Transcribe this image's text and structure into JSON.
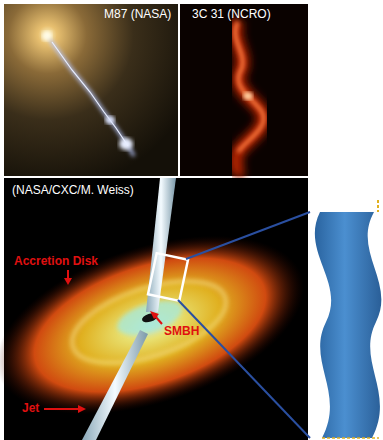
{
  "diagram": {
    "labels": [
      "M87 (NASA)",
      "3C 31 (NCRO)",
      "(NASA/CXC/M. Weiss)",
      "Accretion Disk",
      "SMBH",
      "Jet"
    ]
  }
}
